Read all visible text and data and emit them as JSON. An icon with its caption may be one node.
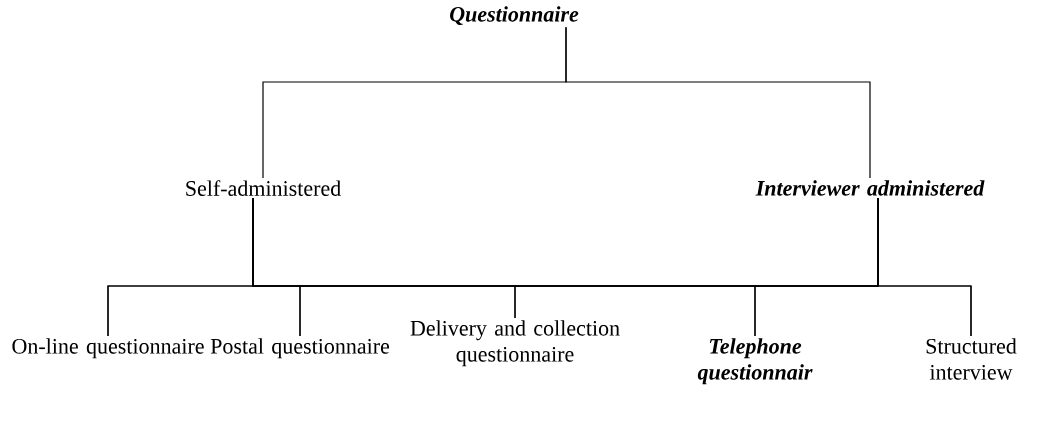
{
  "diagram": {
    "nodes": [
      {
        "text": [
          "Questionnaire"
        ]
      },
      {
        "text": [
          "Self-administered"
        ]
      },
      {
        "text": [
          "Interviewer administered"
        ]
      },
      {
        "text": [
          "On-line questionnaire"
        ]
      },
      {
        "text": [
          "Postal questionnaire"
        ]
      },
      {
        "text": [
          "Delivery and collection questionnaire"
        ]
      },
      {
        "text": [
          "Telephone questionnair"
        ]
      },
      {
        "text": [
          "Structured interview"
        ]
      }
    ],
    "edges": [
      {
        "from": 0,
        "to": 1,
        "arrow": "none"
      },
      {
        "from": 0,
        "to": 2,
        "arrow": "none"
      },
      {
        "from": 1,
        "to": 3,
        "arrow": "none"
      },
      {
        "from": 1,
        "to": 4,
        "arrow": "none"
      },
      {
        "from": 1,
        "to": 5,
        "arrow": "none"
      },
      {
        "from": 1,
        "to": 6,
        "arrow": "none"
      },
      {
        "from": 1,
        "to": 7,
        "arrow": "none"
      },
      {
        "from": 2,
        "to": 3,
        "arrow": "none"
      },
      {
        "from": 2,
        "to": 4,
        "arrow": "none"
      },
      {
        "from": 2,
        "to": 5,
        "arrow": "none"
      },
      {
        "from": 2,
        "to": 6,
        "arrow": "none"
      },
      {
        "from": 2,
        "to": 7,
        "arrow": "none"
      }
    ]
  }
}
